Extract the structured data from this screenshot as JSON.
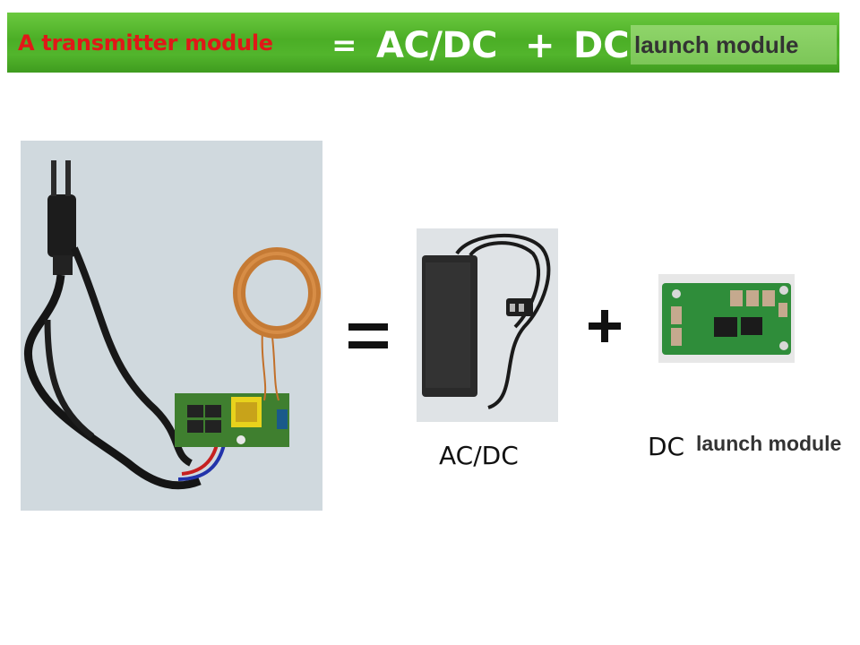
{
  "banner": {
    "left_text": "A transmitter module",
    "equals": "=",
    "acdc": "AC/DC",
    "plus": "+",
    "dc": "DC",
    "launch": "launch module",
    "colors": {
      "background": "#52b52c",
      "left_text": "#e01818",
      "right_text": "#ffffff",
      "launch_text": "#333333"
    }
  },
  "images": {
    "main": "complete wireless transmitter module with power plug, cable, circuit board and copper coil",
    "adapter": "black AC/DC power adapter with cable and plug",
    "board": "green DC launch module circuit board"
  },
  "labels": {
    "acdc": "AC/DC",
    "dc": "DC",
    "launch": "launch module"
  }
}
